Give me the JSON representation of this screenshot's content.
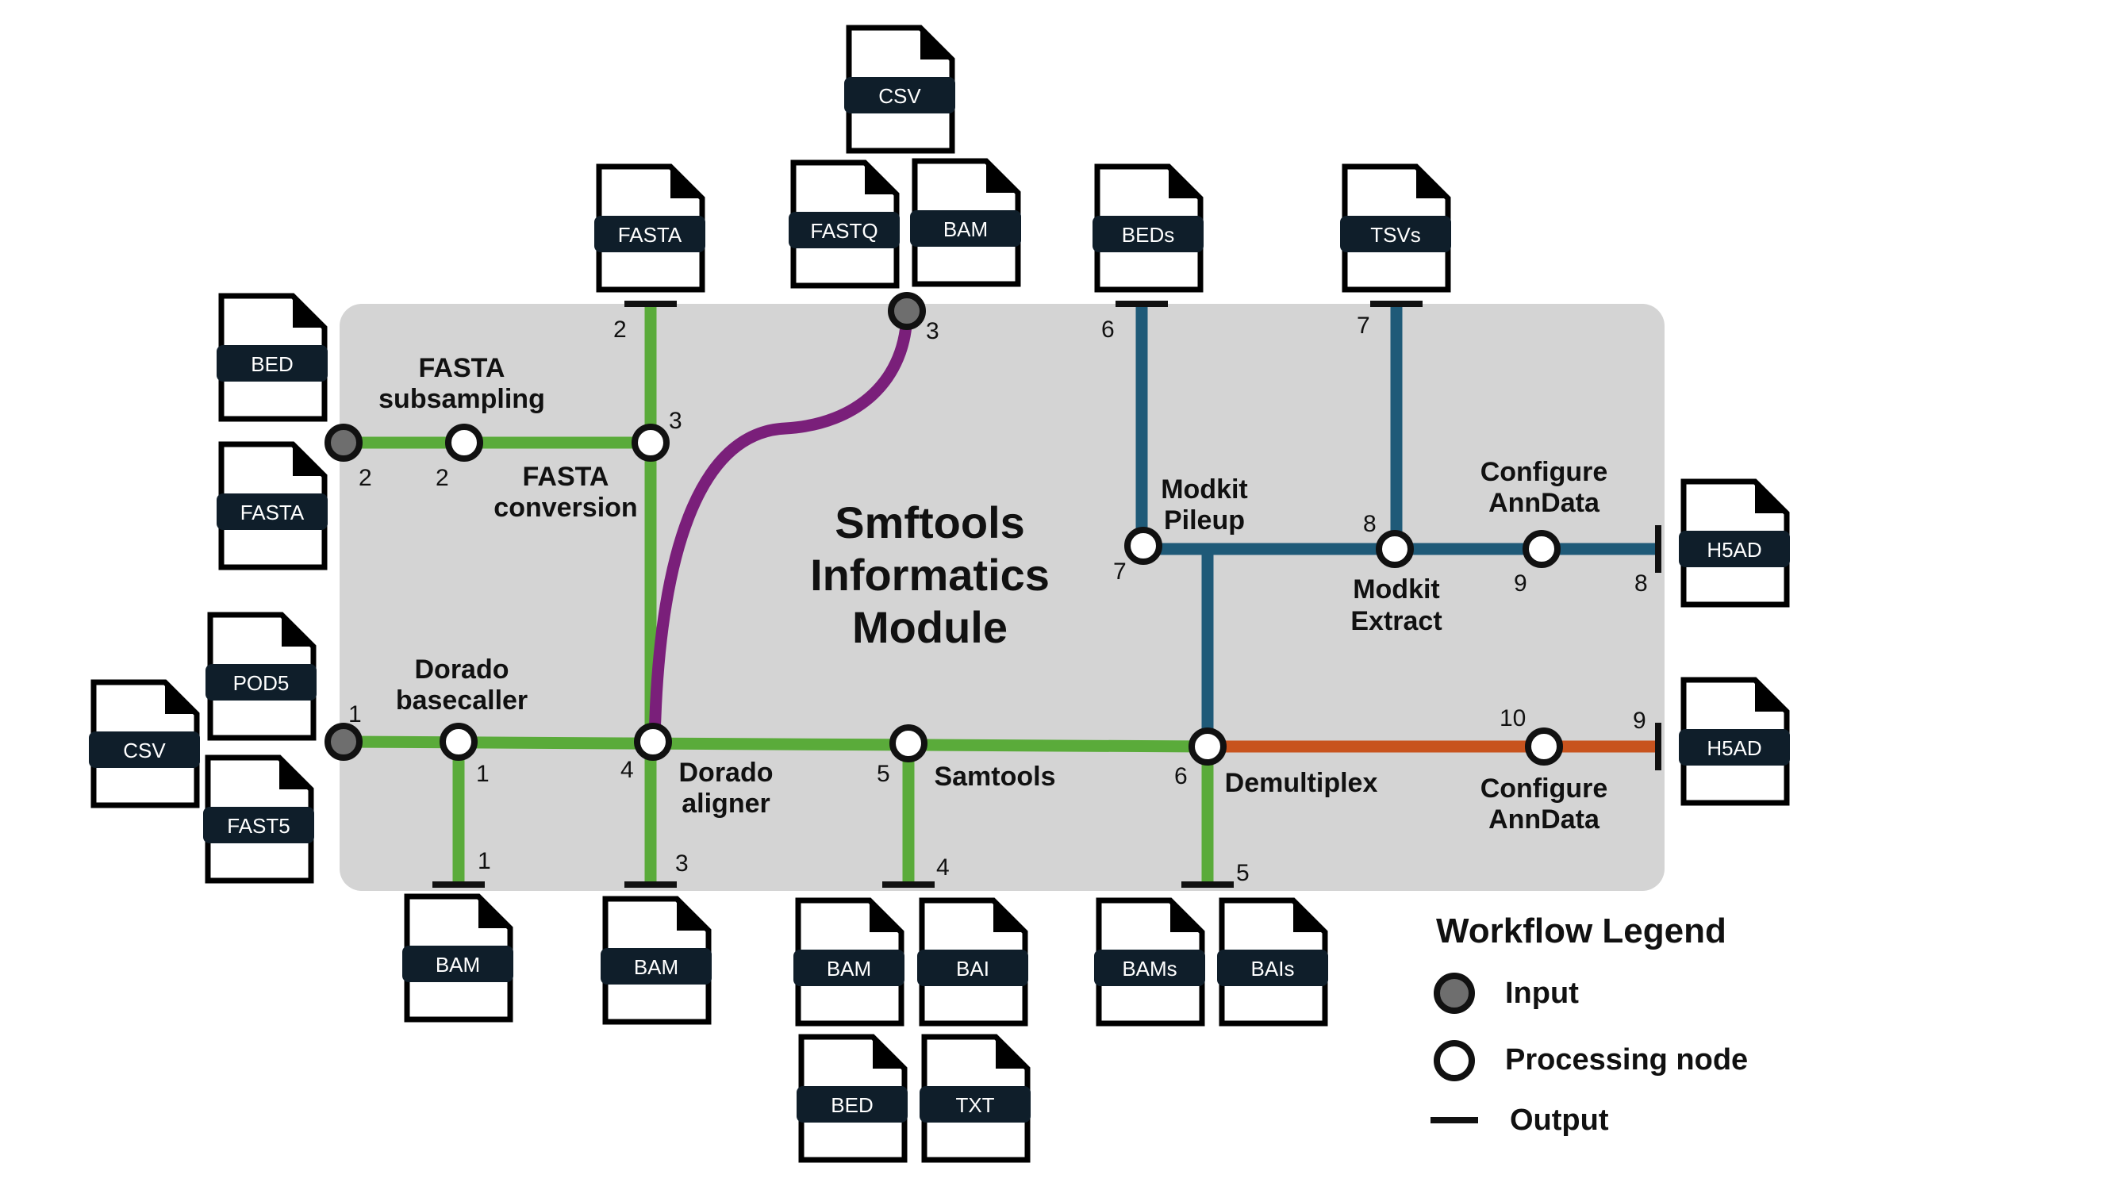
{
  "module_title": {
    "line1": "Smftools",
    "line2": "Informatics",
    "line3": "Module"
  },
  "colors": {
    "panel": "#d4d4d4",
    "green": "#5aab3a",
    "purple": "#7a1f7a",
    "blue": "#1f5a78",
    "orange": "#c8531e",
    "input_fill": "#6e6e6e",
    "file_label_bg": "#0f1e2a"
  },
  "files": {
    "bed_in": "BED",
    "fasta_in": "FASTA",
    "fasta_top": "FASTA",
    "csv_top": "CSV",
    "fastq_top": "FASTQ",
    "bam_top": "BAM",
    "beds_top": "BEDs",
    "tsvs_top": "TSVs",
    "pod5_in": "POD5",
    "csv_in": "CSV",
    "fast5_in": "FAST5",
    "h5ad_out1": "H5AD",
    "h5ad_out2": "H5AD",
    "bam_out1": "BAM",
    "bam_out3": "BAM",
    "bam_out4": "BAM",
    "bai_out4": "BAI",
    "bed_out4": "BED",
    "txt_out4": "TXT",
    "bams_out5": "BAMs",
    "bais_out5": "BAIs"
  },
  "nodes": {
    "fasta_subsampling_line1": "FASTA",
    "fasta_subsampling_line2": "subsampling",
    "fasta_conversion_line1": "FASTA",
    "fasta_conversion_line2": "conversion",
    "dorado_basecaller_line1": "Dorado",
    "dorado_basecaller_line2": "basecaller",
    "dorado_aligner_line1": "Dorado",
    "dorado_aligner_line2": "aligner",
    "samtools": "Samtools",
    "demultiplex": "Demultiplex",
    "modkit_pileup_line1": "Modkit",
    "modkit_pileup_line2": "Pileup",
    "modkit_extract_line1": "Modkit",
    "modkit_extract_line2": "Extract",
    "configure_anndata_top_line1": "Configure",
    "configure_anndata_top_line2": "AnnData",
    "configure_anndata_bottom_line1": "Configure",
    "configure_anndata_bottom_line2": "AnnData"
  },
  "numbers": {
    "n_fasta_in": "2",
    "n_fasta_sub": "2",
    "n_fasta_top": "2",
    "n_fasta_conv": "3",
    "n_fastq_in": "3",
    "n_basecall_in": "1",
    "n_basecaller": "1",
    "n_bam_out1": "1",
    "n_aligner": "4",
    "n_bam_out3": "3",
    "n_samtools": "5",
    "n_bam_out4": "4",
    "n_demux": "6",
    "n_bam_out5": "5",
    "n_beds_out": "6",
    "n_pileup": "7",
    "n_tsvs_out": "7",
    "n_extract": "8",
    "n_conf_top": "9",
    "n_h5ad_out1": "8",
    "n_conf_bottom": "10",
    "n_h5ad_out2": "9"
  },
  "legend": {
    "title": "Workflow Legend",
    "input": "Input",
    "processing": "Processing node",
    "output": "Output"
  }
}
